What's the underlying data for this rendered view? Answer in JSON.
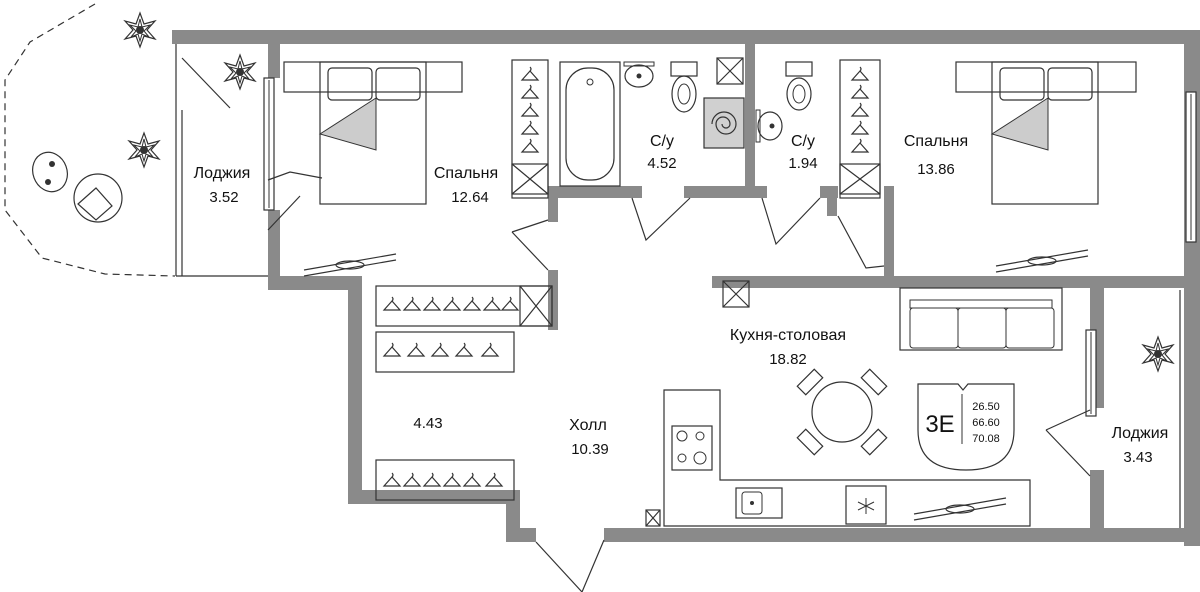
{
  "rooms": {
    "loggia_left": {
      "name": "Лоджия",
      "area": "3.52"
    },
    "bedroom_left": {
      "name": "Спальня",
      "area": "12.64"
    },
    "bath_1": {
      "name": "С/у",
      "area": "4.52"
    },
    "bath_2": {
      "name": "С/у",
      "area": "1.94"
    },
    "bedroom_right": {
      "name": "Спальня",
      "area": "13.86"
    },
    "kitchen": {
      "name": "Кухня-столовая",
      "area": "18.82"
    },
    "closet": {
      "area": "4.43"
    },
    "hall": {
      "name": "Холл",
      "area": "10.39"
    },
    "loggia_right": {
      "name": "Лоджия",
      "area": "3.43"
    }
  },
  "badge": {
    "type": "3E",
    "areas": [
      "26.50",
      "66.60",
      "70.08"
    ]
  },
  "icons": [
    "plant-icon",
    "bed-icon",
    "bathtub-icon",
    "toilet-icon",
    "sink-icon",
    "shower-icon",
    "wardrobe-icon",
    "sofa-icon",
    "dining-table-icon",
    "stove-icon",
    "kitchen-sink-icon",
    "vent-shaft-icon",
    "radiator-icon",
    "door-icon",
    "chair-icon"
  ],
  "colors": {
    "wall": "#8a8a8a",
    "line": "#333333",
    "background": "#ffffff"
  }
}
